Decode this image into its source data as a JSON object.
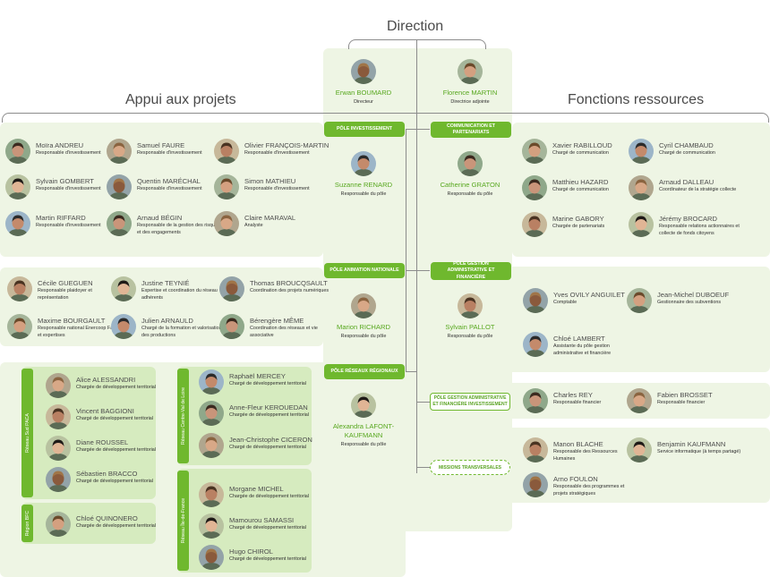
{
  "headings": {
    "direction": "Direction",
    "appui": "Appui aux projets",
    "fonctions": "Fonctions ressources"
  },
  "poles": {
    "investissement": "PÔLE INVESTISSEMENT",
    "communication": "COMMUNICATION ET PARTENARIATS",
    "animation": "PÔLE ANIMATION NATIONALE",
    "gestion": "PÔLE GESTION ADMINISTRATIVE ET FINANCIÈRE",
    "reseaux": "PÔLE RÉSEAUX RÉGIONAUX",
    "gestion_invest": "PÔLE GESTION ADMINISTRATIVE ET FINANCIÈRE INVESTISSEMENT",
    "missions": "MISSIONS TRANSVERSALES"
  },
  "regions": {
    "sud_paca": "Réseau Sud PACA",
    "bfc": "Région BFC",
    "centre": "Réseau Centre-Val de Loire",
    "idf": "Réseau Île-de-France"
  },
  "center": [
    {
      "name": "Erwan BOUMARD",
      "role": "Directeur"
    },
    {
      "name": "Florence MARTIN",
      "role": "Directrice adjointe"
    },
    {
      "name": "Suzanne RENARD",
      "role": "Responsable du pôle"
    },
    {
      "name": "Catherine GRATON",
      "role": "Responsable du pôle"
    },
    {
      "name": "Marion RICHARD",
      "role": "Responsable du pôle"
    },
    {
      "name": "Sylvain PALLOT",
      "role": "Responsable du pôle"
    },
    {
      "name": "Alexandra LAFONT-KAUFMANN",
      "role": "Responsable du pôle"
    }
  ],
  "people": [
    {
      "name": "Moïra ANDREU",
      "role": "Responsable d'investissement"
    },
    {
      "name": "Samuel FAURE",
      "role": "Responsable d'investissement"
    },
    {
      "name": "Olivier FRANÇOIS-MARTIN",
      "role": "Responsable d'investissement"
    },
    {
      "name": "Sylvain GOMBERT",
      "role": "Responsable d'investissement"
    },
    {
      "name": "Quentin MARÉCHAL",
      "role": "Responsable d'investissement"
    },
    {
      "name": "Simon MATHIEU",
      "role": "Responsable d'investissement"
    },
    {
      "name": "Martin RIFFARD",
      "role": "Responsable d'investissement"
    },
    {
      "name": "Arnaud BÉGIN",
      "role": "Responsable de la gestion des risques et des engagements"
    },
    {
      "name": "Claire MARAVAL",
      "role": "Analyste"
    },
    {
      "name": "Cécile GUEGUEN",
      "role": "Responsable plaidoyer et représentation"
    },
    {
      "name": "Justine TEYNIÉ",
      "role": "Expertise et coordination du réseau adhérents"
    },
    {
      "name": "Thomas BROUCQSAULT",
      "role": "Coordination des projets numériques"
    },
    {
      "name": "Maxime BOURGAULT",
      "role": "Responsable national Enercoop Facility et expertises"
    },
    {
      "name": "Julien ARNAULD",
      "role": "Chargé de la formation et valorisation des productions"
    },
    {
      "name": "Bérengère MÊME",
      "role": "Coordination des réseaux et vie associative"
    },
    {
      "name": "Alice ALESSANDRI",
      "role": "Chargée de développement territorial"
    },
    {
      "name": "Vincent BAGGIONI",
      "role": "Chargé de développement territorial"
    },
    {
      "name": "Diane ROUSSEL",
      "role": "Chargée de développement territorial"
    },
    {
      "name": "Sébastien BRACCO",
      "role": "Chargé de développement territorial"
    },
    {
      "name": "Chloé QUINONERO",
      "role": "Chargée de développement territorial"
    },
    {
      "name": "Raphaël MERCEY",
      "role": "Chargé de développement territorial"
    },
    {
      "name": "Anne-Fleur KEROUEDAN",
      "role": "Chargée de développement territorial"
    },
    {
      "name": "Jean-Christophe CICERON",
      "role": "Chargé de développement territorial"
    },
    {
      "name": "Morgane MICHEL",
      "role": "Chargée de développement territorial"
    },
    {
      "name": "Mamourou SAMASSI",
      "role": "Chargé de développement territorial"
    },
    {
      "name": "Hugo CHIROL",
      "role": "Chargé de développement territorial"
    },
    {
      "name": "Xavier RABILLOUD",
      "role": "Chargé de communication"
    },
    {
      "name": "Cyril CHAMBAUD",
      "role": "Chargé de communication"
    },
    {
      "name": "Matthieu HAZARD",
      "role": "Chargé de communication"
    },
    {
      "name": "Arnaud DALLEAU",
      "role": "Coordinateur de la stratégie collecte"
    },
    {
      "name": "Marine GABORY",
      "role": "Chargée de partenariats"
    },
    {
      "name": "Jérémy BROCARD",
      "role": "Responsable relations actionnaires et collecte de fonds citoyens"
    },
    {
      "name": "Yves OVILY ANGUILET",
      "role": "Comptable"
    },
    {
      "name": "Jean-Michel DUBOEUF",
      "role": "Gestionnaire des subventions"
    },
    {
      "name": "Chloé LAMBERT",
      "role": "Assistante du pôle gestion administrative et financière"
    },
    {
      "name": "Charles REY",
      "role": "Responsable financier"
    },
    {
      "name": "Fabien BROSSET",
      "role": "Responsable financier"
    },
    {
      "name": "Manon BLACHE",
      "role": "Responsable des Ressources Humaines"
    },
    {
      "name": "Benjamin KAUFMANN",
      "role": "Service informatique (à temps partagé)"
    },
    {
      "name": "Arno FOULON",
      "role": "Responsable des programmes et projets stratégiques"
    }
  ]
}
